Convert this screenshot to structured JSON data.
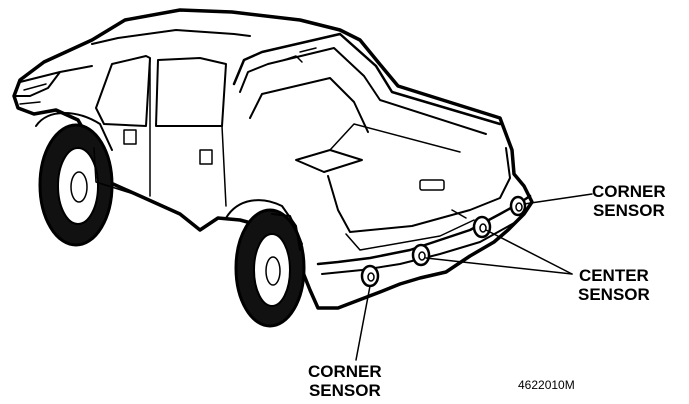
{
  "labels": {
    "corner_right_line1": "CORNER",
    "corner_right_line2": "SENSOR",
    "center_line1": "CENTER",
    "center_line2": "SENSOR",
    "corner_bottom_line1": "CORNER",
    "corner_bottom_line2": "SENSOR"
  },
  "figure_code": "4622010M",
  "colors": {
    "ink": "#000000",
    "paper": "#ffffff"
  }
}
